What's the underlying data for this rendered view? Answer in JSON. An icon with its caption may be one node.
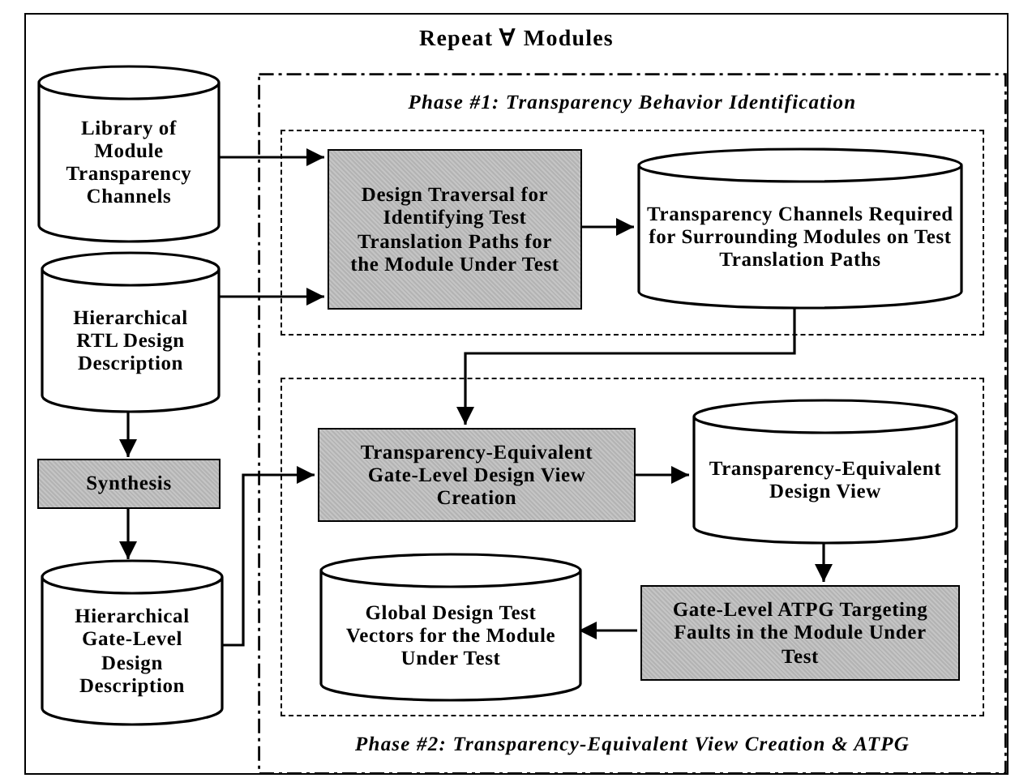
{
  "diagram": {
    "nodes": [
      {
        "text": [
          "Repeat ∀ Modules"
        ]
      },
      {
        "text": [
          "Library of Module Transparency Channels"
        ],
        "in": 0
      },
      {
        "text": [
          "Hierarchical RTL Design Description"
        ],
        "in": 0
      },
      {
        "text": [
          "Synthesis"
        ],
        "in": 0
      },
      {
        "text": [
          "Hierarchical Gate-Level Design Description"
        ],
        "in": 0
      },
      {
        "text": [],
        "shape": "box",
        "in": 0
      },
      {
        "text": [
          "Phase #1: Transparency Behavior Identification"
        ],
        "in": 5
      },
      {
        "text": [
          "Design Traversal for Identifying Test Translation Paths for the Module Under Test"
        ],
        "in": 6
      },
      {
        "text": [
          "Transparency Channels Required for Surrounding Modules on Test Translation Paths"
        ],
        "in": 6
      },
      {
        "text": [
          "Phase #2: Transparency-Equivalent View Creation & ATPG"
        ],
        "in": 5
      },
      {
        "text": [
          "Transparency-Equivalent Gate-Level Design View Creation"
        ],
        "in": 9
      },
      {
        "text": [
          "Transparency-Equivalent Design View"
        ],
        "in": 9
      },
      {
        "text": [
          "Global Design Test Vectors for the Module Under Test"
        ],
        "in": 9
      },
      {
        "text": [
          "Gate-Level ATPG Targeting Faults in the Module Under Test"
        ],
        "in": 9
      }
    ],
    "edges": [
      {
        "from": 1,
        "to": 7,
        "arrow": "to"
      },
      {
        "from": 2,
        "to": 7,
        "arrow": "to"
      },
      {
        "from": 7,
        "to": 8,
        "arrow": "to"
      },
      {
        "from": 8,
        "to": 10,
        "arrow": "to"
      },
      {
        "from": 2,
        "to": 3,
        "arrow": "to"
      },
      {
        "from": 3,
        "to": 4,
        "arrow": "to"
      },
      {
        "from": 4,
        "to": 10,
        "arrow": "to"
      },
      {
        "from": 10,
        "to": 11,
        "arrow": "to"
      },
      {
        "from": 11,
        "to": 13,
        "arrow": "to"
      },
      {
        "from": 13,
        "to": 12,
        "arrow": "to"
      }
    ]
  }
}
